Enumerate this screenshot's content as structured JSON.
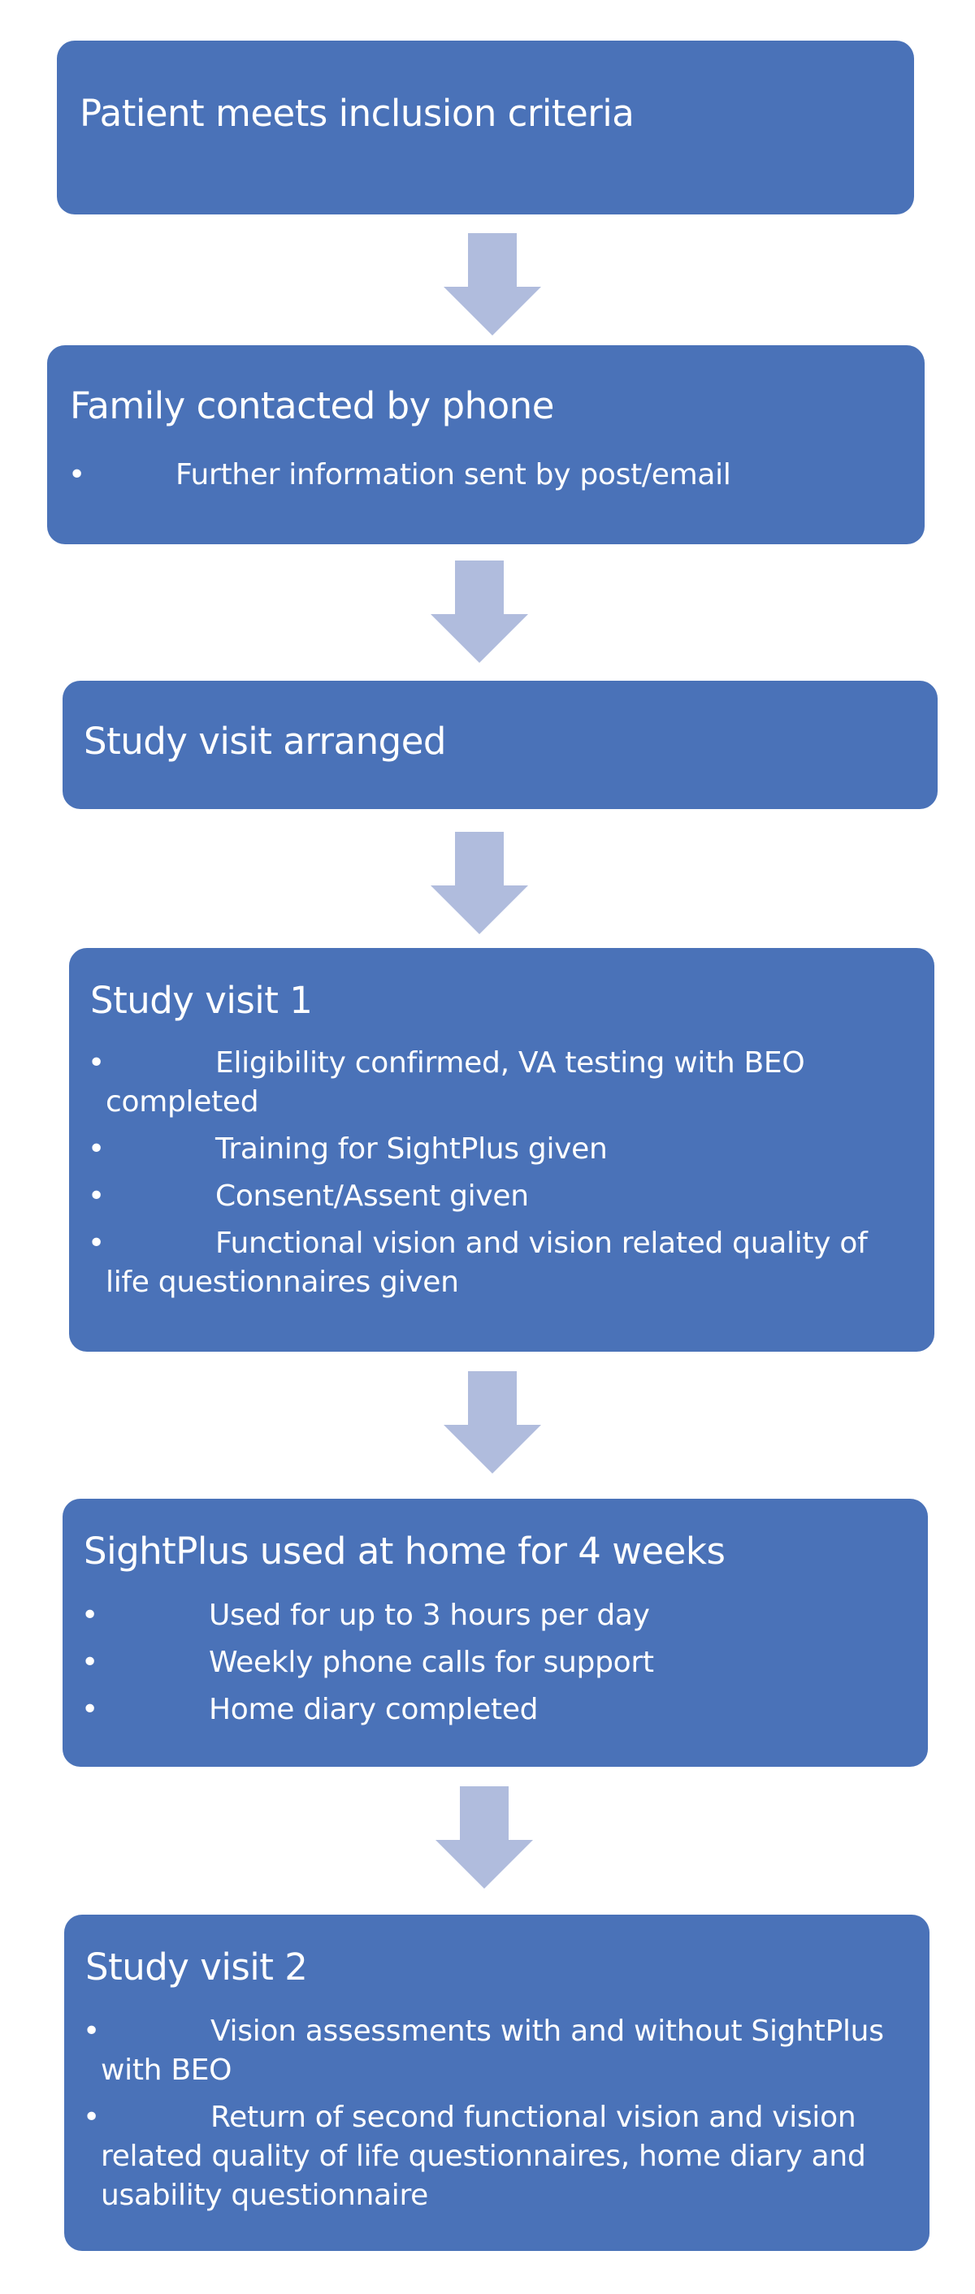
{
  "colors": {
    "box_fill": "#4a72b8",
    "arrow_fill": "#b0bcdd",
    "text": "#ffffff"
  },
  "steps": [
    {
      "title": "Patient meets inclusion criteria",
      "bullets": []
    },
    {
      "title": "Family contacted by phone",
      "bullets": [
        "Further information sent by post/email"
      ]
    },
    {
      "title": "Study visit arranged",
      "bullets": []
    },
    {
      "title": "Study visit 1",
      "bullets": [
        "Eligibility confirmed, VA testing with BEO completed",
        "Training for SightPlus given",
        "Consent/Assent given",
        "Functional vision and vision related quality of life questionnaires given"
      ]
    },
    {
      "title": "SightPlus used at home for 4 weeks",
      "bullets": [
        "Used for up to 3 hours per day",
        "Weekly phone calls for support",
        "Home diary completed"
      ]
    },
    {
      "title": "Study visit 2",
      "bullets": [
        "Vision assessments with and without SightPlus with BEO",
        "Return of second functional vision and vision related quality of life questionnaires, home diary and usability questionnaire"
      ]
    }
  ],
  "bullet_marker": "•"
}
